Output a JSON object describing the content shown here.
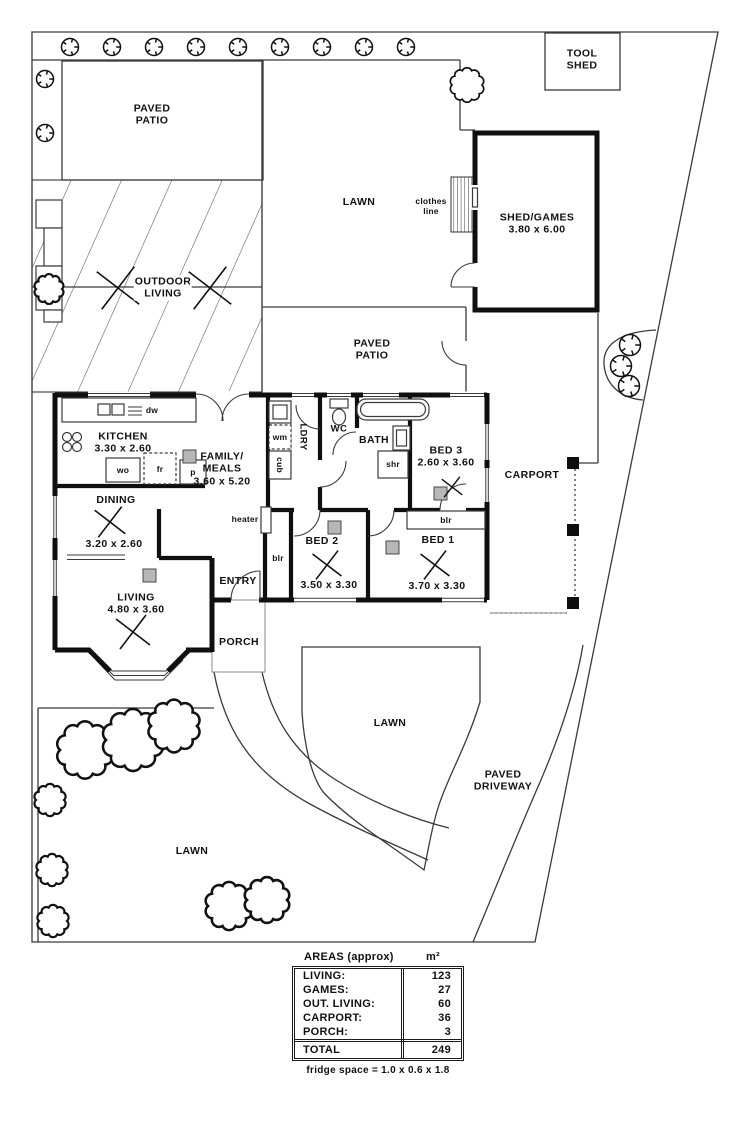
{
  "labels": {
    "paved_patio_top": "PAVED\nPATIO",
    "lawn_top": "LAWN",
    "tool_shed": "TOOL\nSHED",
    "clothes_line": "clothes\nline",
    "shed_games": "SHED/GAMES\n3.80 x 6.00",
    "outdoor_living": "OUTDOOR\nLIVING",
    "paved_patio_mid": "PAVED\nPATIO",
    "kitchen": "KITCHEN\n3.30 x 2.60",
    "dw": "dw",
    "wo": "wo",
    "fr": "fr",
    "p": "p",
    "family_meals": "FAMILY/\nMEALS\n3.60 x 5.20",
    "ldry": "LDRY",
    "wm": "wm",
    "cub": "cub",
    "wc": "WC",
    "bath": "BATH",
    "shr": "shr",
    "bed3": "BED 3\n2.60 x 3.60",
    "carport": "CARPORT",
    "dining": "DINING",
    "dining_dims": "3.20 x 2.60",
    "heater": "heater",
    "blr_hall": "blr",
    "blr_bed1": "blr",
    "bed2": "BED 2",
    "bed2_dims": "3.50 x 3.30",
    "bed1": "BED 1",
    "bed1_dims": "3.70 x 3.30",
    "living": "LIVING\n4.80 x 3.60",
    "entry": "ENTRY",
    "porch": "PORCH",
    "lawn_mid": "LAWN",
    "paved_driveway": "PAVED\nDRIVEWAY",
    "lawn_bottom": "LAWN"
  },
  "areas_table": {
    "title": "AREAS (approx)",
    "unit": "m²",
    "rows": [
      {
        "label": "LIVING:",
        "value": "123"
      },
      {
        "label": "GAMES:",
        "value": "27"
      },
      {
        "label": "OUT. LIVING:",
        "value": "60"
      },
      {
        "label": "CARPORT:",
        "value": "36"
      },
      {
        "label": "PORCH:",
        "value": "3"
      }
    ],
    "total_label": "TOTAL",
    "total_value": "249",
    "note": "fridge space = 1.0 x 0.6 x 1.8"
  },
  "colors": {
    "wall": "#0f0f0f",
    "line": "#3a3a3a",
    "vent": "#b7b7b7"
  }
}
